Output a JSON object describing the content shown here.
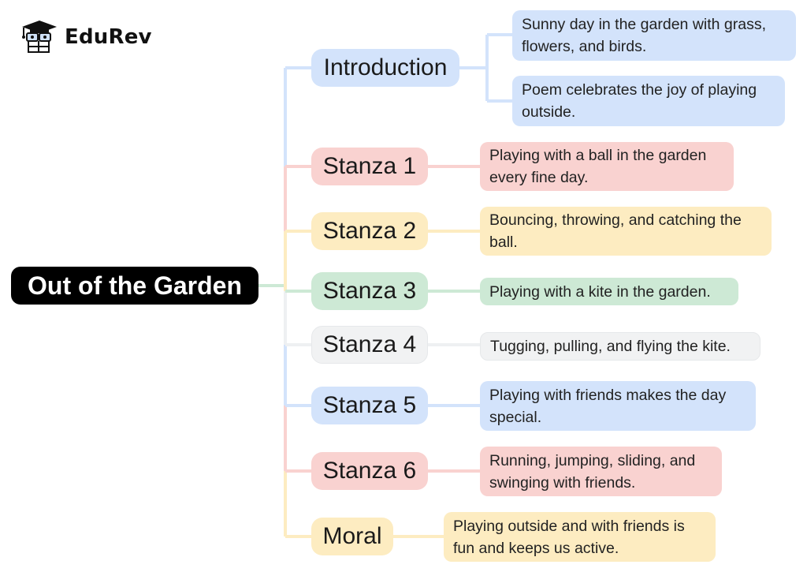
{
  "brand": {
    "name": "EduRev",
    "logo_icon": "graduate-mascot-icon"
  },
  "mindmap": {
    "root": "Out of the Garden",
    "branches": [
      {
        "label": "Introduction",
        "color": "#d3e3fb",
        "details": [
          "Sunny day in the garden with grass, flowers, and birds.",
          "Poem celebrates the joy of playing outside."
        ]
      },
      {
        "label": "Stanza 1",
        "color": "#f9d2d0",
        "details": [
          "Playing with a ball in the garden every fine day."
        ]
      },
      {
        "label": "Stanza 2",
        "color": "#fdecc1",
        "details": [
          "Bouncing, throwing, and catching the ball."
        ]
      },
      {
        "label": "Stanza 3",
        "color": "#cde9d5",
        "details": [
          "Playing with a kite in the garden."
        ]
      },
      {
        "label": "Stanza 4",
        "color": "#f1f2f3",
        "details": [
          "Tugging, pulling, and flying the kite."
        ]
      },
      {
        "label": "Stanza 5",
        "color": "#d3e3fb",
        "details": [
          "Playing with friends makes the day special."
        ]
      },
      {
        "label": "Stanza 6",
        "color": "#f9d2d0",
        "details": [
          "Running, jumping, sliding, and swinging with friends."
        ]
      },
      {
        "label": "Moral",
        "color": "#fdecc1",
        "details": [
          "Playing outside and with friends is fun and keeps us active."
        ]
      }
    ]
  }
}
